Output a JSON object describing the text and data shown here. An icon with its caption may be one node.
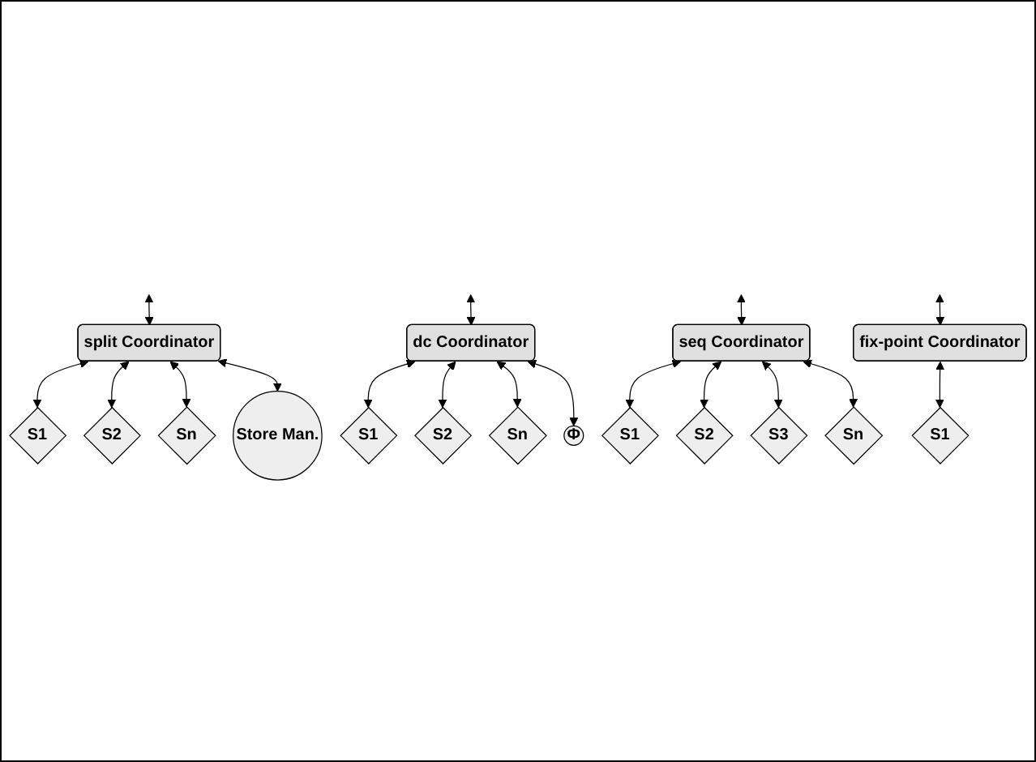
{
  "diagram": {
    "nodes": [
      {
        "text": [
          "split Coordinator"
        ]
      },
      {
        "text": [
          "S1"
        ]
      },
      {
        "text": [
          "S2"
        ]
      },
      {
        "text": [
          "Sn"
        ]
      },
      {
        "text": [
          "Store Man."
        ]
      },
      {
        "text": [
          "dc Coordinator"
        ]
      },
      {
        "text": [
          "S1"
        ]
      },
      {
        "text": [
          "S2"
        ]
      },
      {
        "text": [
          "Sn"
        ]
      },
      {
        "text": [
          "Φ"
        ]
      },
      {
        "text": [
          "seq Coordinator"
        ]
      },
      {
        "text": [
          "S1"
        ]
      },
      {
        "text": [
          "S2"
        ]
      },
      {
        "text": [
          "S3"
        ]
      },
      {
        "text": [
          "Sn"
        ]
      },
      {
        "text": [
          "fix-point Coordinator"
        ]
      },
      {
        "text": [
          "S1"
        ]
      }
    ],
    "edges": [
      {
        "from": null,
        "to": 0,
        "arrow": "both"
      },
      {
        "from": 0,
        "to": 1,
        "arrow": "both"
      },
      {
        "from": 0,
        "to": 2,
        "arrow": "both"
      },
      {
        "from": 0,
        "to": 3,
        "arrow": "both"
      },
      {
        "from": 0,
        "to": 4,
        "arrow": "both"
      },
      {
        "from": null,
        "to": 5,
        "arrow": "both"
      },
      {
        "from": 5,
        "to": 6,
        "arrow": "both"
      },
      {
        "from": 5,
        "to": 7,
        "arrow": "both"
      },
      {
        "from": 5,
        "to": 8,
        "arrow": "both"
      },
      {
        "from": 5,
        "to": 9,
        "arrow": "both"
      },
      {
        "from": null,
        "to": 10,
        "arrow": "both"
      },
      {
        "from": 10,
        "to": 11,
        "arrow": "both"
      },
      {
        "from": 10,
        "to": 12,
        "arrow": "both"
      },
      {
        "from": 10,
        "to": 13,
        "arrow": "both"
      },
      {
        "from": 10,
        "to": 14,
        "arrow": "both"
      },
      {
        "from": null,
        "to": 15,
        "arrow": "both"
      },
      {
        "from": 15,
        "to": 16,
        "arrow": "both"
      }
    ]
  }
}
